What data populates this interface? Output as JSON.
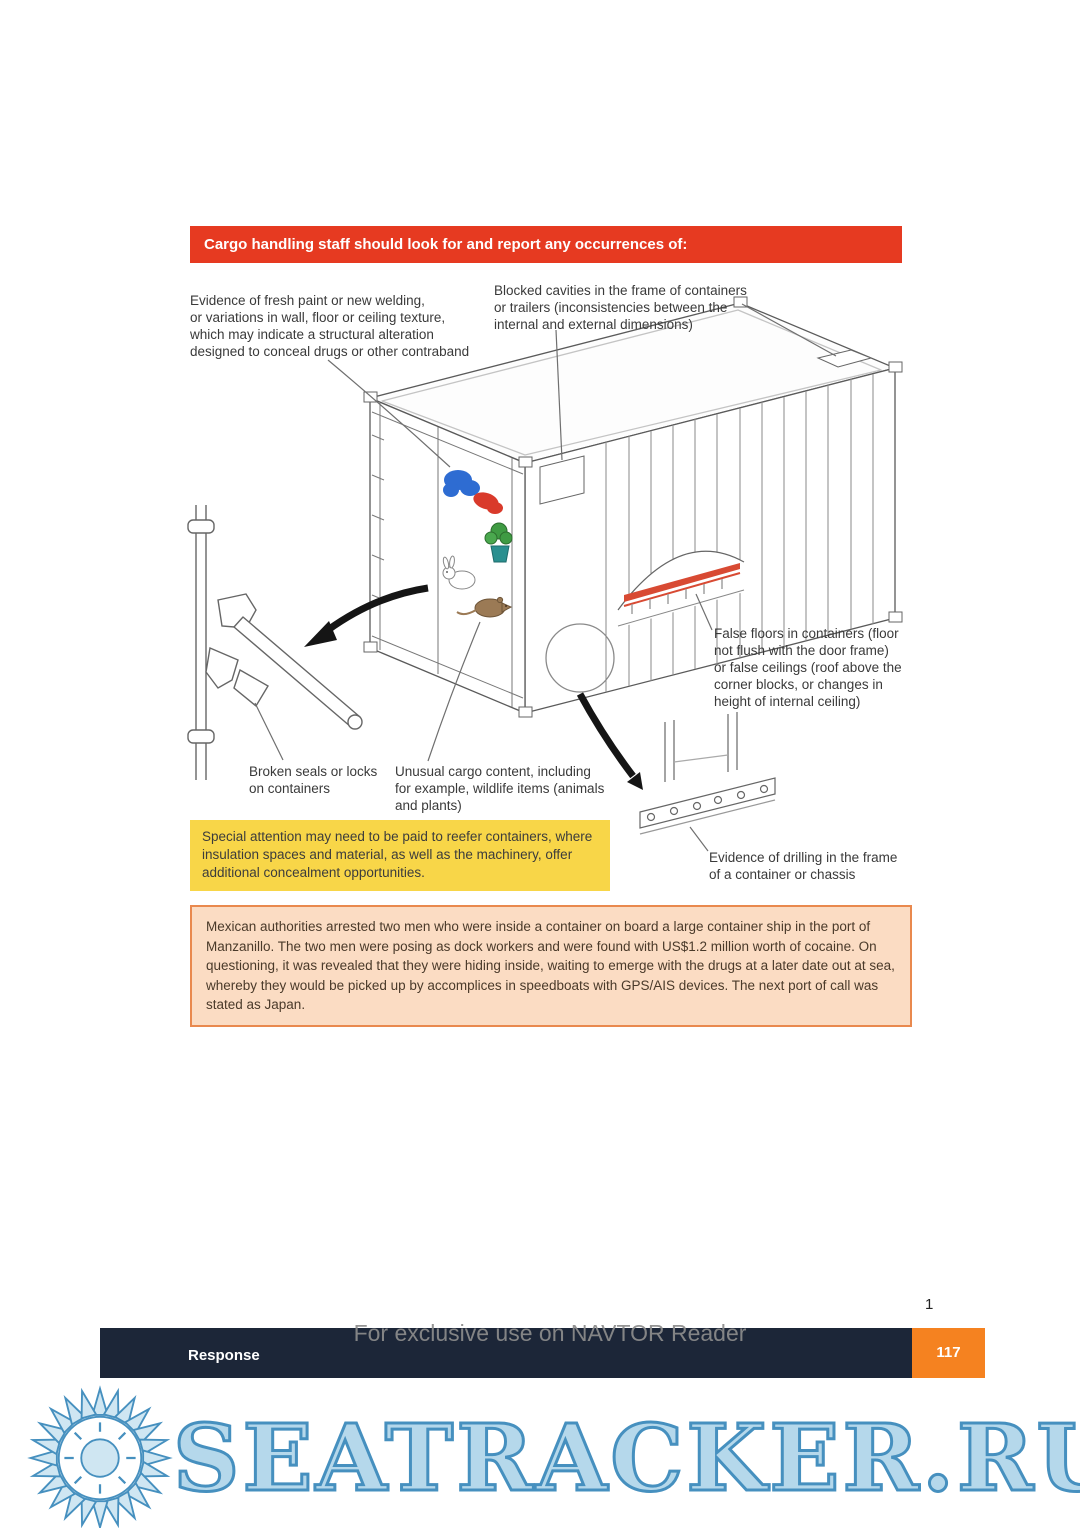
{
  "banner": {
    "text": "Cargo handling staff should look for and report any occurrences of:"
  },
  "callouts": {
    "fresh_paint": "Evidence of fresh paint or new welding,\nor variations in wall, floor or ceiling texture,\nwhich may indicate a structural alteration\ndesigned to conceal drugs or other contraband",
    "blocked_cavities": "Blocked cavities in the frame of containers\nor trailers (inconsistencies between the\ninternal and external dimensions)",
    "false_floors": "False floors in containers (floor\nnot flush with the door frame)\nor false ceilings (roof above the\ncorner blocks, or changes in\nheight of internal ceiling)",
    "broken_seals": "Broken seals or locks\non containers",
    "unusual_cargo": "Unusual cargo content, including\nfor example, wildlife items (animals\nand plants)",
    "drilling": "Evidence of drilling in the frame\nof a container or chassis"
  },
  "note": {
    "text": "Special attention may need to be paid to reefer containers, where\ninsulation spaces and material, as well as the machinery, offer\nadditional concealment opportunities."
  },
  "case_study": {
    "text": "Mexican authorities arrested two men who were inside a container on board a large container ship in the port of Manzanillo. The two men were posing as dock workers and were found with US$1.2 million worth of cocaine. On questioning, it was revealed that they were hiding inside, waiting to emerge with the drugs at a later date out at sea, whereby they would be picked up by accomplices in speedboats with GPS/AIS devices. The next port of call was stated as Japan."
  },
  "footer": {
    "corner_page_number": "1",
    "section_label": "Response",
    "page_number": "117",
    "overlay_watermark": "For exclusive use on NAVTOR Reader"
  },
  "site_watermark": {
    "text": "SEATRACKER.RU"
  },
  "colors": {
    "banner_red": "#e63a21",
    "note_yellow": "#f8d648",
    "case_bg": "#fbdcc3",
    "case_border": "#e9894e",
    "footer_navy": "#1c2638",
    "page_tab_orange": "#f58220",
    "watermark_blue": "#b5d8eb",
    "watermark_outline": "#4690bf"
  }
}
